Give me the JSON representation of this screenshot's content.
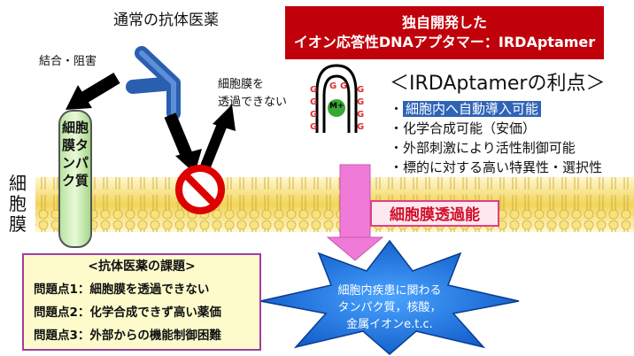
{
  "left": {
    "antibody_label": "通常の抗体医薬",
    "bind_label": "結合・阻害",
    "noperm_label_1": "細胞膜を",
    "noperm_label_2": "透過できない",
    "receptor_label": "細胞膜タンパク質",
    "cell_membrane_label": "細胞膜"
  },
  "issues": {
    "title": "<抗体医薬の課題>",
    "items": [
      "問題点1：細胞膜を透過できない",
      "問題点2：化学合成できず高い薬価",
      "問題点3：外部からの機能制御困難"
    ]
  },
  "title_box": {
    "line1": "独自開発した",
    "line2": "イオン応答性DNAアプタマー：IRDAptamer"
  },
  "advantages": {
    "title": "＜IRDAptamerの利点＞",
    "items": [
      "細胞内へ自動導入可能",
      "化学合成可能（安価）",
      "外部刺激により活性制御可能",
      "標的に対する高い特異性・選択性"
    ]
  },
  "aptamer": {
    "g_label": "G",
    "m_label": "M+"
  },
  "permeability_label": "細胞膜透過能",
  "target": {
    "line1": "細胞内疾患に関わる",
    "line2": "タンパク質，核酸，",
    "line3": "金属イオンe.t.c."
  },
  "colors": {
    "title_bg": "#c0000a",
    "membrane_yellow": "#f5dc6a",
    "star_blue": "#1a6fd6",
    "highlight_blue": "#2f63b7",
    "pink_arrow": "#f07ad8",
    "no_sign_red": "#dd0000"
  }
}
